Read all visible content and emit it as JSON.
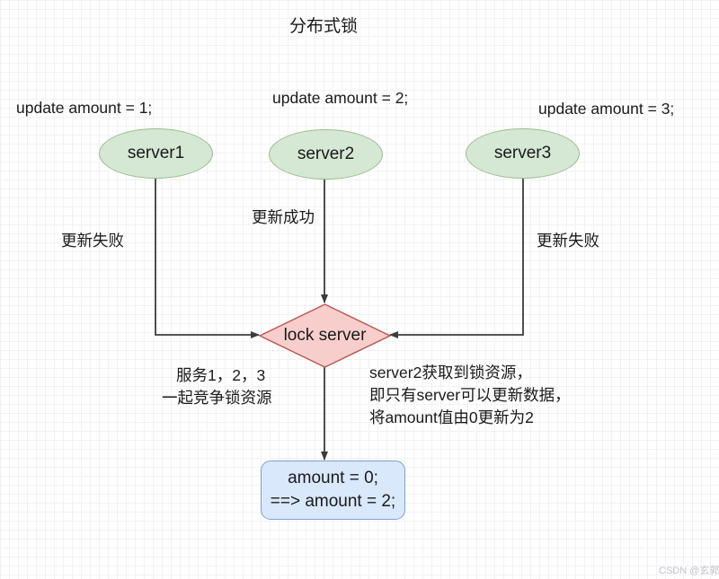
{
  "diagram": {
    "title": "分布式锁",
    "watermark": "CSDN @玄郭郭",
    "colors": {
      "node_green_fill": "#d5e8d4",
      "node_green_stroke": "#9cbb8c",
      "diamond_pink_fill": "#f8cecc",
      "diamond_pink_stroke": "#b85450",
      "box_blue_fill": "#dae8fc",
      "box_blue_stroke": "#7ea2cc",
      "edge_stroke": "#3c3c3c",
      "grid_minor": "#f2f2f4",
      "grid_major": "#e3e3e8"
    },
    "nodes": {
      "server1": "server1",
      "server2": "server2",
      "server3": "server3",
      "lock_server": "lock server",
      "result_box_line1": "amount = 0;",
      "result_box_line2": "==> amount = 2;"
    },
    "annotations": {
      "update1": "update amount = 1;",
      "update2": "update amount = 2;",
      "update3": "update amount = 3;",
      "edge_label_fail_left": "更新失败",
      "edge_label_success": "更新成功",
      "edge_label_fail_right": "更新失败",
      "compete_line1": "服务1，2，3",
      "compete_line2": "一起竞争锁资源",
      "explain_line1": "server2获取到锁资源，",
      "explain_line2": "即只有server可以更新数据，",
      "explain_line3": "将amount值由0更新为2"
    }
  }
}
